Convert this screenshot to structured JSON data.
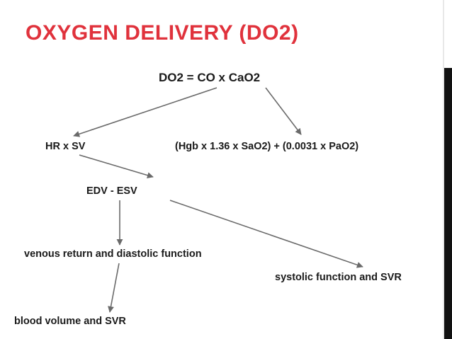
{
  "slide": {
    "title": "OXYGEN DELIVERY (DO2)",
    "accent_color": "#e0323c"
  },
  "diagram": {
    "nodes": {
      "main": "DO2 = CO x CaO2",
      "hr_sv": "HR x SV",
      "cao2": "(Hgb x 1.36 x SaO2) + (0.0031 x PaO2)",
      "edv_esv": "EDV - ESV",
      "venous": "venous return and diastolic function",
      "systolic": "systolic function and SVR",
      "blood": "blood volume and SVR"
    },
    "edges": [
      {
        "from": "main",
        "to": "hr_sv"
      },
      {
        "from": "main",
        "to": "cao2"
      },
      {
        "from": "hr_sv",
        "to": "edv_esv"
      },
      {
        "from": "edv_esv",
        "to": "venous"
      },
      {
        "from": "edv_esv",
        "to": "systolic"
      },
      {
        "from": "venous",
        "to": "blood"
      }
    ]
  }
}
